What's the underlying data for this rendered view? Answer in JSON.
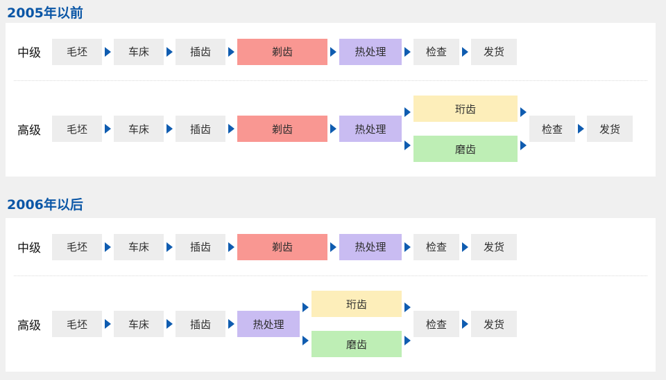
{
  "sections": {
    "before": {
      "title": "2005年以前"
    },
    "after": {
      "title": "2006年以后"
    }
  },
  "row_labels": {
    "mid": "中级",
    "high": "高级"
  },
  "steps": {
    "blank": "毛坯",
    "lathe": "车床",
    "shaping": "插齿",
    "shaving": "剃齿",
    "heat_treatment": "热处理",
    "inspection": "检查",
    "shipping": "发货",
    "honing": "珩齿",
    "grinding": "磨齿"
  },
  "colors": {
    "page-bg": "#f0f0f0",
    "panel-bg": "#ffffff",
    "title-blue": "#0a56a6",
    "arrow-blue": "#0f5cb0",
    "node-gray": "#ededed",
    "node-red": "#f99792",
    "node-purple": "#c9bcf2",
    "node-yellow": "#fdeeba",
    "node-green": "#beeeb5"
  }
}
